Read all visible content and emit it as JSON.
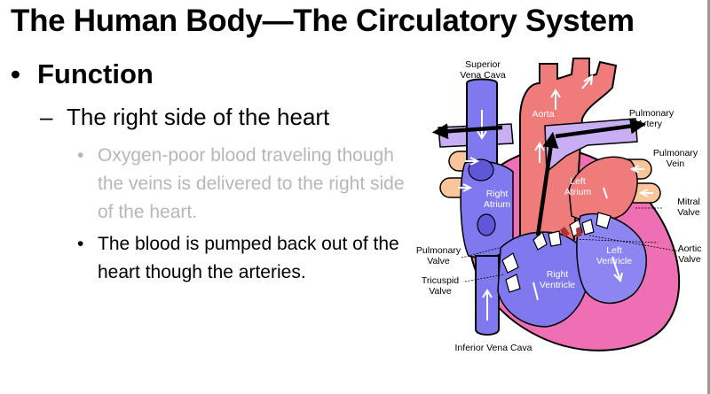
{
  "slide": {
    "title": "The Human Body—The Circulatory System",
    "bullet": "•",
    "dash": "–",
    "heading": "Function",
    "subheading": "The right side of the heart",
    "point_faded": "Oxygen-poor blood traveling though the veins is delivered to the right side of the heart.",
    "point_current": "The blood is pumped back out of the heart though the arteries."
  },
  "diagram": {
    "labels": {
      "superior_vena_cava_1": "Superior",
      "superior_vena_cava_2": "Vena Cava",
      "aorta": "Aorta",
      "pulmonary_artery_1": "Pulmonary",
      "pulmonary_artery_2": "Artery",
      "pulmonary_vein_1": "Pulmonary",
      "pulmonary_vein_2": "Vein",
      "right_atrium_1": "Right",
      "right_atrium_2": "Atrium",
      "left_atrium_1": "Left",
      "left_atrium_2": "Atrium",
      "mitral_valve_1": "Mitral",
      "mitral_valve_2": "Valve",
      "pulmonary_valve_1": "Pulmonary",
      "pulmonary_valve_2": "Valve",
      "aortic_valve_1": "Aortic",
      "aortic_valve_2": "Valve",
      "left_ventricle_1": "Left",
      "left_ventricle_2": "Ventricle",
      "right_ventricle_1": "Right",
      "right_ventricle_2": "Ventricle",
      "tricuspid_valve_1": "Tricuspid",
      "tricuspid_valve_2": "Valve",
      "inferior_vena_cava": "Inferior Vena Cava"
    },
    "colors": {
      "deoxygenated": "#7f78ee",
      "oxygenated": "#f07b7b",
      "heart_wall": "#ee6fb4",
      "pulmonary_vein": "#f8c69a",
      "flow_arrow": "#000000"
    }
  }
}
